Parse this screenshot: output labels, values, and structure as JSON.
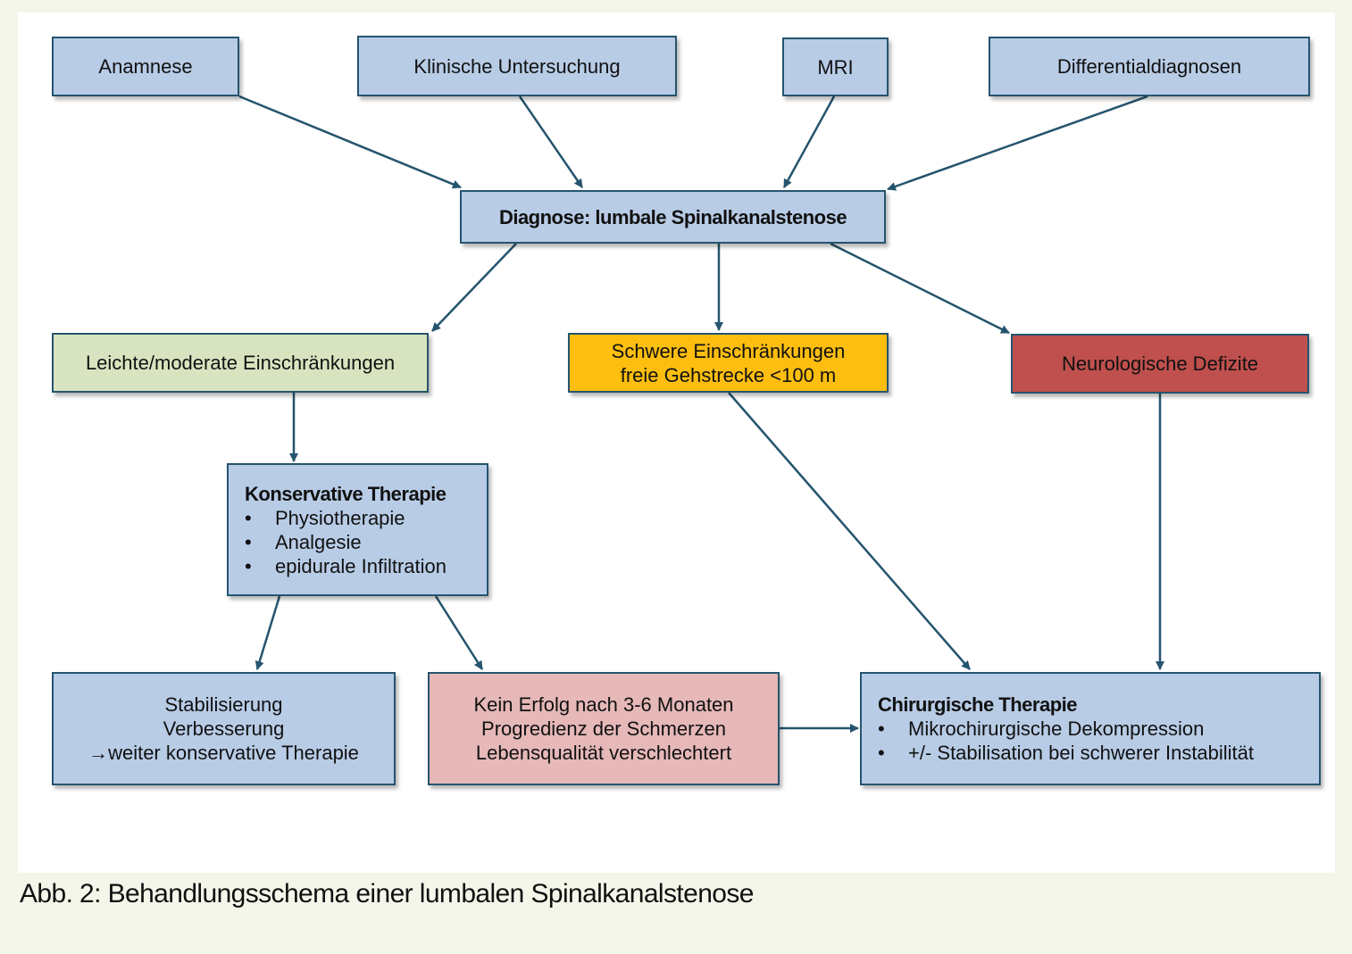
{
  "inputs": {
    "anamnese": "Anamnese",
    "klinische_untersuchung": "Klinische Untersuchung",
    "mri": "MRI",
    "differentialdiagnosen": "Differentialdiagnosen"
  },
  "diagnose": "Diagnose: lumbale Spinalkanalstenose",
  "severity": {
    "mild": "Leichte/moderate Einschränkungen",
    "severe_line1": "Schwere Einschränkungen",
    "severe_line2": "freie Gehstrecke <100 m",
    "neuro": "Neurologische Defizite"
  },
  "conservative": {
    "title": "Konservative Therapie",
    "bullet": "•",
    "items": [
      "Physiotherapie",
      "Analgesie",
      "epidurale Infiltration"
    ]
  },
  "outcome_good": {
    "lines": [
      "Stabilisierung",
      "Verbesserung",
      "→weiter konservative Therapie"
    ]
  },
  "outcome_bad": {
    "lines": [
      "Kein Erfolg nach 3-6 Monaten",
      "Progredienz der Schmerzen",
      "Lebensqualität verschlechtert"
    ]
  },
  "surgical": {
    "title": "Chirurgische Therapie",
    "bullet": "•",
    "items": [
      "Mikrochirurgische Dekompression",
      "+/- Stabilisation bei schwerer Instabilität"
    ]
  },
  "caption": "Abb. 2:  Behandlungsschema einer lumbalen Spinalkanalstenose",
  "colors": {
    "blue": "#b8cce6",
    "green": "#d8e4bf",
    "yellow": "#fdbe10",
    "red": "#c0504d",
    "pink": "#e6b8b8",
    "border": "#25546e"
  }
}
